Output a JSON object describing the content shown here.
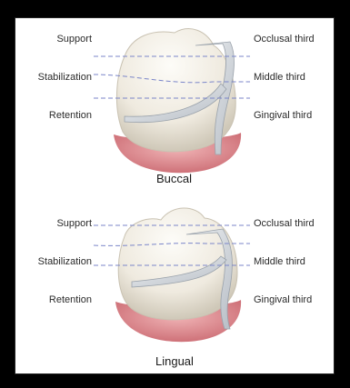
{
  "diagrams": [
    {
      "caption": "Buccal",
      "left_labels": [
        "Support",
        "Stabilization",
        "Retention"
      ],
      "right_labels": [
        "Occlusal third",
        "Middle third",
        "Gingival third"
      ]
    },
    {
      "caption": "Lingual",
      "left_labels": [
        "Support",
        "Stabilization",
        "Retention"
      ],
      "right_labels": [
        "Occlusal third",
        "Middle third",
        "Gingival third"
      ]
    }
  ],
  "colors": {
    "guide_line": "#7b86c9",
    "gum": "#d98a90",
    "tooth": "#f2efe6",
    "clasp": "#cfd3d8"
  }
}
